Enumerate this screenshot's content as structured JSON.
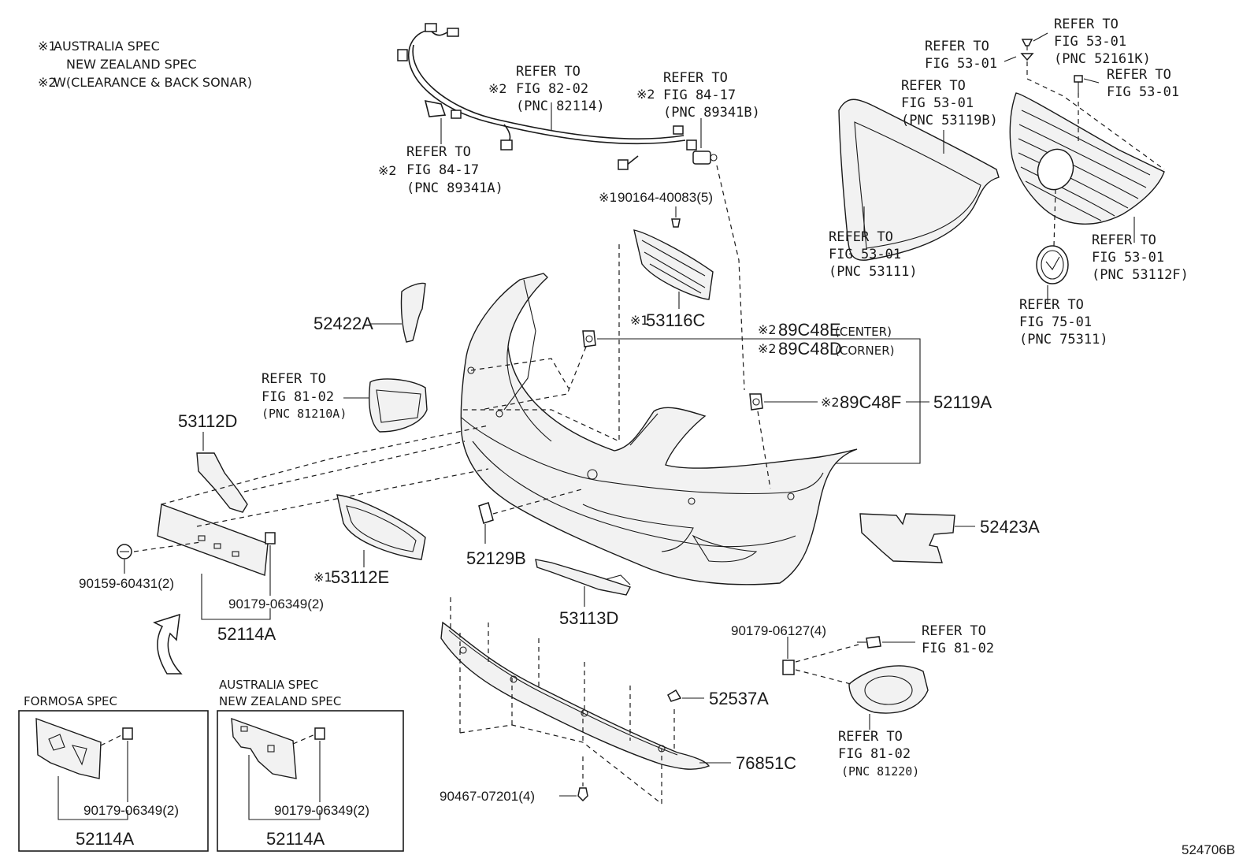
{
  "notes": {
    "n1_mark": "※1",
    "n1_line1": "AUSTRALIA SPEC",
    "n1_line2": "NEW ZEALAND SPEC",
    "n2_mark": "※2",
    "n2_line1": "W(CLEARANCE & BACK SONAR)"
  },
  "refs": {
    "wire": {
      "mark": "※2",
      "l1": "REFER TO",
      "l2": "FIG 82-02",
      "l3": "(PNC 82114)"
    },
    "sensor_r": {
      "mark": "※2",
      "l1": "REFER TO",
      "l2": "FIG 84-17",
      "l3": "(PNC 89341B)"
    },
    "sensor_l": {
      "mark": "※2",
      "l1": "REFER TO",
      "l2": "FIG 84-17",
      "l3": "(PNC 89341A)"
    },
    "fog_bracket": {
      "l1": "REFER TO",
      "l2": "FIG 81-02",
      "l3": "(PNC 81210A)"
    },
    "molding_top": {
      "l1": "REFER TO",
      "l2": "FIG 53-01",
      "l3": "(PNC 53119B)"
    },
    "molding_left": {
      "l1": "REFER TO",
      "l2": "FIG 53-01",
      "l3": "(PNC 53111)"
    },
    "clip_a": {
      "l1": "REFER TO",
      "l2": "FIG 53-01"
    },
    "clip_b": {
      "l1": "REFER TO",
      "l2": "FIG 53-01",
      "l3": "(PNC 52161K)"
    },
    "screw": {
      "l1": "REFER TO",
      "l2": "FIG 53-01"
    },
    "grille": {
      "l1": "REFER TO",
      "l2": "FIG 53-01",
      "l3": "(PNC 53112F)"
    },
    "emblem": {
      "l1": "REFER TO",
      "l2": "FIG 75-01",
      "l3": "(PNC 75311)"
    },
    "fog_screw": {
      "l1": "REFER TO",
      "l2": "FIG 81-02"
    },
    "fog_lamp": {
      "l1": "REFER TO",
      "l2": "FIG 81-02",
      "l3": "(PNC 81220)"
    }
  },
  "parts": {
    "p_90164": {
      "mark": "※1",
      "num": "90164-40083(5)"
    },
    "p_53116C": {
      "mark": "※1",
      "num": "53116C"
    },
    "p_52422A": {
      "num": "52422A"
    },
    "p_89C48E": {
      "mark": "※2",
      "num": "89C48E",
      "sub": "(CENTER)"
    },
    "p_89C48D": {
      "mark": "※2",
      "num": "89C48D",
      "sub": "(CORNER)"
    },
    "p_89C48F": {
      "mark": "※2",
      "num": "89C48F"
    },
    "p_52119A": {
      "num": "52119A"
    },
    "p_53112D": {
      "num": "53112D"
    },
    "p_53112E": {
      "mark": "※1",
      "num": "53112E"
    },
    "p_52129B": {
      "num": "52129B"
    },
    "p_53113D": {
      "num": "53113D"
    },
    "p_52423A": {
      "num": "52423A"
    },
    "p_90159": {
      "num": "90159-60431(2)"
    },
    "p_90179a": {
      "num": "90179-06349(2)"
    },
    "p_52114A": {
      "num": "52114A"
    },
    "p_90179_06127": {
      "num": "90179-06127(4)"
    },
    "p_52537A": {
      "num": "52537A"
    },
    "p_76851C": {
      "num": "76851C"
    },
    "p_90467": {
      "num": "90467-07201(4)"
    }
  },
  "insets": {
    "formosa": {
      "title": "FORMOSA SPEC",
      "clip": "90179-06349(2)",
      "part": "52114A"
    },
    "au_nz": {
      "title1": "AUSTRALIA SPEC",
      "title2": "NEW ZEALAND SPEC",
      "clip": "90179-06349(2)",
      "part": "52114A"
    }
  },
  "illustration_id": "524706B"
}
